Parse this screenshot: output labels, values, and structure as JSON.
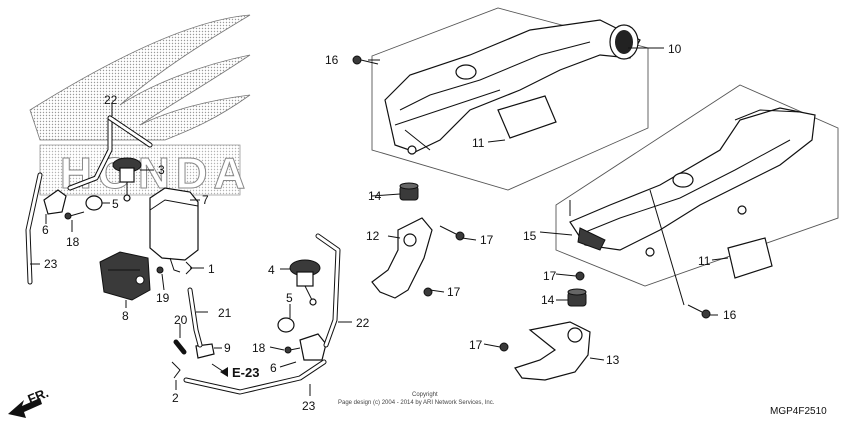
{
  "labels": {
    "p1": "1",
    "p2": "2",
    "p3": "3",
    "p4": "4",
    "p5a": "5",
    "p5b": "5",
    "p6a": "6",
    "p6b": "6",
    "p7": "7",
    "p8": "8",
    "p9": "9",
    "p10": "10",
    "p11a": "11",
    "p11b": "11",
    "p12": "12",
    "p13": "13",
    "p14a": "14",
    "p14b": "14",
    "p15": "15",
    "p16a": "16",
    "p16b": "16",
    "p17a": "17",
    "p17b": "17",
    "p17c": "17",
    "p17d": "17",
    "p18a": "18",
    "p18b": "18",
    "p19": "19",
    "p20": "20",
    "p21": "21",
    "p22a": "22",
    "p22b": "22",
    "p23a": "23",
    "p23b": "23"
  },
  "reference": "E-23",
  "direction": "FR.",
  "copyright_line1": "Copyright",
  "copyright_line2": "Page design (c) 2004 - 2014 by ARI Network Services, Inc.",
  "diagram_code": "MGP4F2510",
  "logo_colors": {
    "dots": "#9a9a9a",
    "outline": "#777777"
  }
}
